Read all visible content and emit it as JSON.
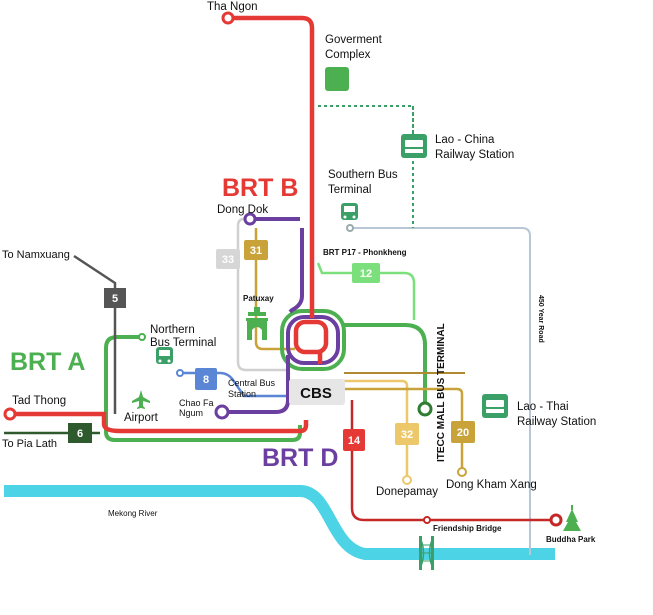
{
  "colors": {
    "brt_a": "#4caf50",
    "brt_b": "#e53935",
    "brt_d": "#6a3fa0",
    "route_5": "#555555",
    "route_6": "#2e5a2e",
    "route_8": "#5b86d6",
    "route_12": "#7be07b",
    "route_14": "#c62828",
    "route_20": "#c9a23a",
    "route_31": "#c9a23a",
    "route_32": "#ecc86a",
    "route_33": "#cfcfcf",
    "railway_link": "#3aa067",
    "river": "#4dd3e6"
  },
  "line_labels": {
    "brt_a": "BRT A",
    "brt_b": "BRT B",
    "brt_d": "BRT D"
  },
  "places": {
    "tha_ngon": "Tha Ngon",
    "gov_line1": "Goverment",
    "gov_line2": "Complex",
    "lao_china_line1": "Lao - China",
    "lao_china_line2": "Railway Station",
    "southern_line1": "Southern Bus",
    "southern_line2": "Terminal",
    "dong_dok": "Dong Dok",
    "brt_p17": "BRT P17 - Phonkheng",
    "to_namxuang": "To Namxuang",
    "patuxay": "Patuxay",
    "northern_line1": "Northern",
    "northern_line2": "Bus Terminal",
    "central_line1": "Central Bus",
    "central_line2": "Station",
    "chao_fa_line1": "Chao Fa",
    "chao_fa_line2": "Ngum",
    "tad_thong": "Tad Thong",
    "airport": "Airport",
    "to_pia_lath": "To Pia Lath",
    "cbs": "CBS",
    "itecc": "ITECC MALL BUS TERMINAL",
    "year_road": "450 Year Road",
    "lao_thai_line1": "Lao - Thai",
    "lao_thai_line2": "Railway Station",
    "donepamay": "Donepamay",
    "dong_kham_xang": "Dong Kham Xang",
    "mekong": "Mekong River",
    "friendship": "Friendship Bridge",
    "buddha_park": "Buddha Park"
  },
  "route_badges": {
    "r5": "5",
    "r6": "6",
    "r8": "8",
    "r12": "12",
    "r14": "14",
    "r20": "20",
    "r31": "31",
    "r32": "32",
    "r33": "33"
  },
  "icons": {
    "bus": "bus-icon",
    "train": "train-icon",
    "airplane": "airplane-icon",
    "monument": "patuxay-monument-icon",
    "stupa": "buddha-park-stupa-icon",
    "bridge": "friendship-bridge-icon"
  }
}
